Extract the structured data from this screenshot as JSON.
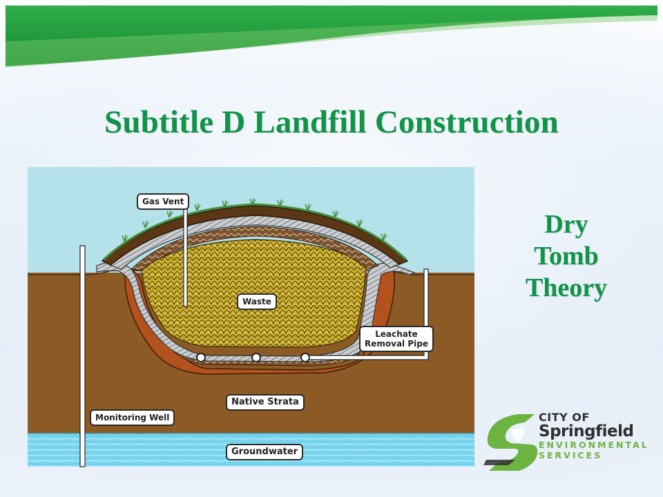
{
  "slide": {
    "title": "Subtitle D Landfill Construction",
    "side_caption": [
      "Dry",
      "Tomb",
      "Theory"
    ]
  },
  "diagram": {
    "labels": {
      "gas_vent": "Gas Vent",
      "waste": "Waste",
      "leachate_line1": "Leachate",
      "leachate_line2": "Removal Pipe",
      "native_strata": "Native Strata",
      "monitoring_well": "Monitoring Well",
      "groundwater": "Groundwater"
    },
    "colors": {
      "sky": "#b4e1ea",
      "soil": "#8b5a24",
      "cap": "#5b3716",
      "grass": "#3f8f3a",
      "liner": "#9a9ea3",
      "clay": "#b4521e",
      "waste": "#c7a92a",
      "groundwater": "#6fd0ec"
    }
  },
  "logo": {
    "line1": "CITY OF",
    "line2": "Springfield",
    "line3": "ENVIRONMENTAL",
    "line4": "SERVICES",
    "color_green": "#6cb33f",
    "color_dark": "#2f2f2f"
  },
  "theme": {
    "title_color": "#109447",
    "header_green": "#1f9a3a"
  }
}
